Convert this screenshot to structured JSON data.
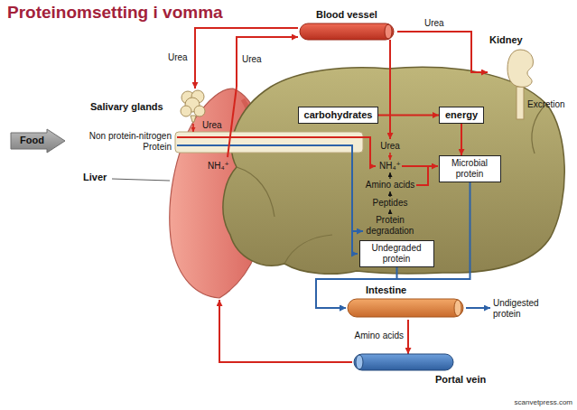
{
  "diagram": {
    "title": "Proteinomsetting i vomma",
    "nodes": [
      {
        "text": [
          "Food"
        ]
      },
      {
        "text": [
          "Blood vessel"
        ]
      },
      {
        "text": [
          "Kidney"
        ]
      },
      {
        "text": [
          "Salivary glands"
        ]
      },
      {
        "text": [
          "Liver",
          "NH₄⁺"
        ]
      },
      {
        "text": [
          "carbohydrates"
        ]
      },
      {
        "text": [
          "energy"
        ]
      },
      {
        "text": [
          "Microbial protein"
        ]
      },
      {
        "text": [
          "Undegraded protein"
        ]
      },
      {
        "text": [
          "Intestine"
        ]
      },
      {
        "text": [
          "Portal vein"
        ]
      }
    ],
    "edges": [
      {
        "from": 1,
        "to": 2,
        "label": "Urea",
        "arrow": "to"
      },
      {
        "from": 1,
        "to": 3,
        "label": "Urea",
        "arrow": "to"
      },
      {
        "from": 4,
        "to": 1,
        "label": "Urea",
        "arrow": "to"
      },
      {
        "from": 5,
        "to": 6,
        "arrow": "to"
      },
      {
        "from": 6,
        "to": 7,
        "arrow": "to"
      },
      {
        "from": 7,
        "to": 9,
        "arrow": "to"
      },
      {
        "from": 8,
        "to": 9,
        "arrow": "to"
      },
      {
        "from": 9,
        "to": 10,
        "label": "Amino acids",
        "arrow": "to"
      },
      {
        "from": 10,
        "to": 4,
        "arrow": "to"
      }
    ],
    "labels": [
      "Urea",
      "Non protein-nitrogen",
      "Protein",
      "Urea",
      "NH₄⁺",
      "Amino acids",
      "Peptides",
      "Protein degradation",
      "Excretion",
      "Undigested protein",
      "scanvetpress.com"
    ]
  }
}
